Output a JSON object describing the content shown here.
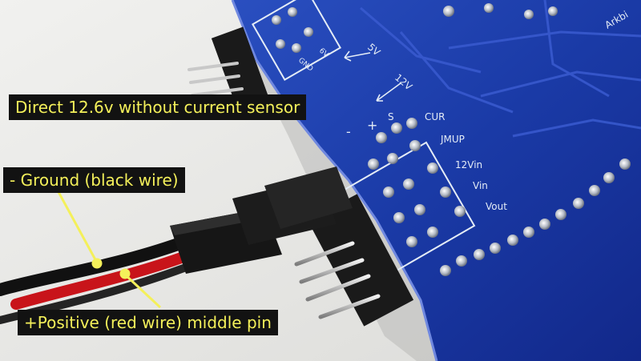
{
  "annotations": {
    "direct": "Direct 12.6v without current sensor",
    "ground": "- Ground (black wire)",
    "positive": "+Positive (red wire) middle pin"
  },
  "silkscreen": {
    "v5": "5V",
    "v12": "12V",
    "gnd": "GND",
    "v6": "6V",
    "minus": "-",
    "plus": "+",
    "s": "S",
    "cur": "CUR",
    "jmup": "JMUP",
    "v12in": "12Vin",
    "vin": "Vin",
    "vout": "Vout",
    "brand": "Arkbi"
  },
  "colors": {
    "pcb": "#1a3aa6",
    "callout_bg": "#121212",
    "callout_text": "#f4f05a",
    "wire_red": "#c8141a",
    "wire_black": "#111111"
  }
}
